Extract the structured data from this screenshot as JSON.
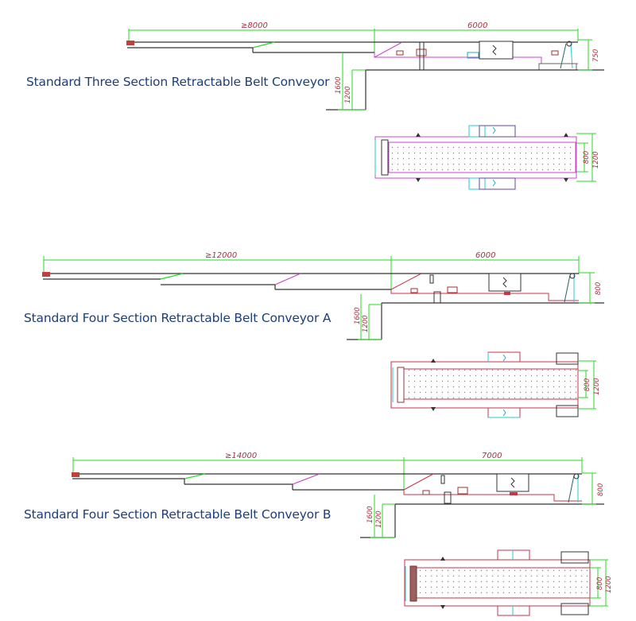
{
  "diagrams": [
    {
      "title": "Standard Three Section Retractable Belt Conveyor",
      "retract_length_label": "≥8000",
      "body_length_label": "6000",
      "body_height_label": "750",
      "dock_height_label": "1600",
      "floor_height_label": "1200",
      "belt_width_label": "800",
      "frame_width_label": "1200"
    },
    {
      "title": "Standard Four Section Retractable Belt Conveyor A",
      "retract_length_label": "≥12000",
      "body_length_label": "6000",
      "body_height_label": "800",
      "dock_height_label": "1600",
      "floor_height_label": "1200",
      "belt_width_label": "800",
      "frame_width_label": "1200"
    },
    {
      "title": "Standard Four Section Retractable Belt Conveyor B",
      "retract_length_label": "≥14000",
      "body_length_label": "7000",
      "body_height_label": "800",
      "dock_height_label": "1600",
      "floor_height_label": "1200",
      "belt_width_label": "800",
      "frame_width_label": "1200"
    }
  ],
  "colors": {
    "title": "#1c3f7a",
    "dimension_line": "#22dd22",
    "dimension_text": "#b03040",
    "outline": "#333333",
    "body_outline_1": "#cc44cc",
    "body_outline_2": "#cc3344",
    "cyan": "#22cccc"
  }
}
